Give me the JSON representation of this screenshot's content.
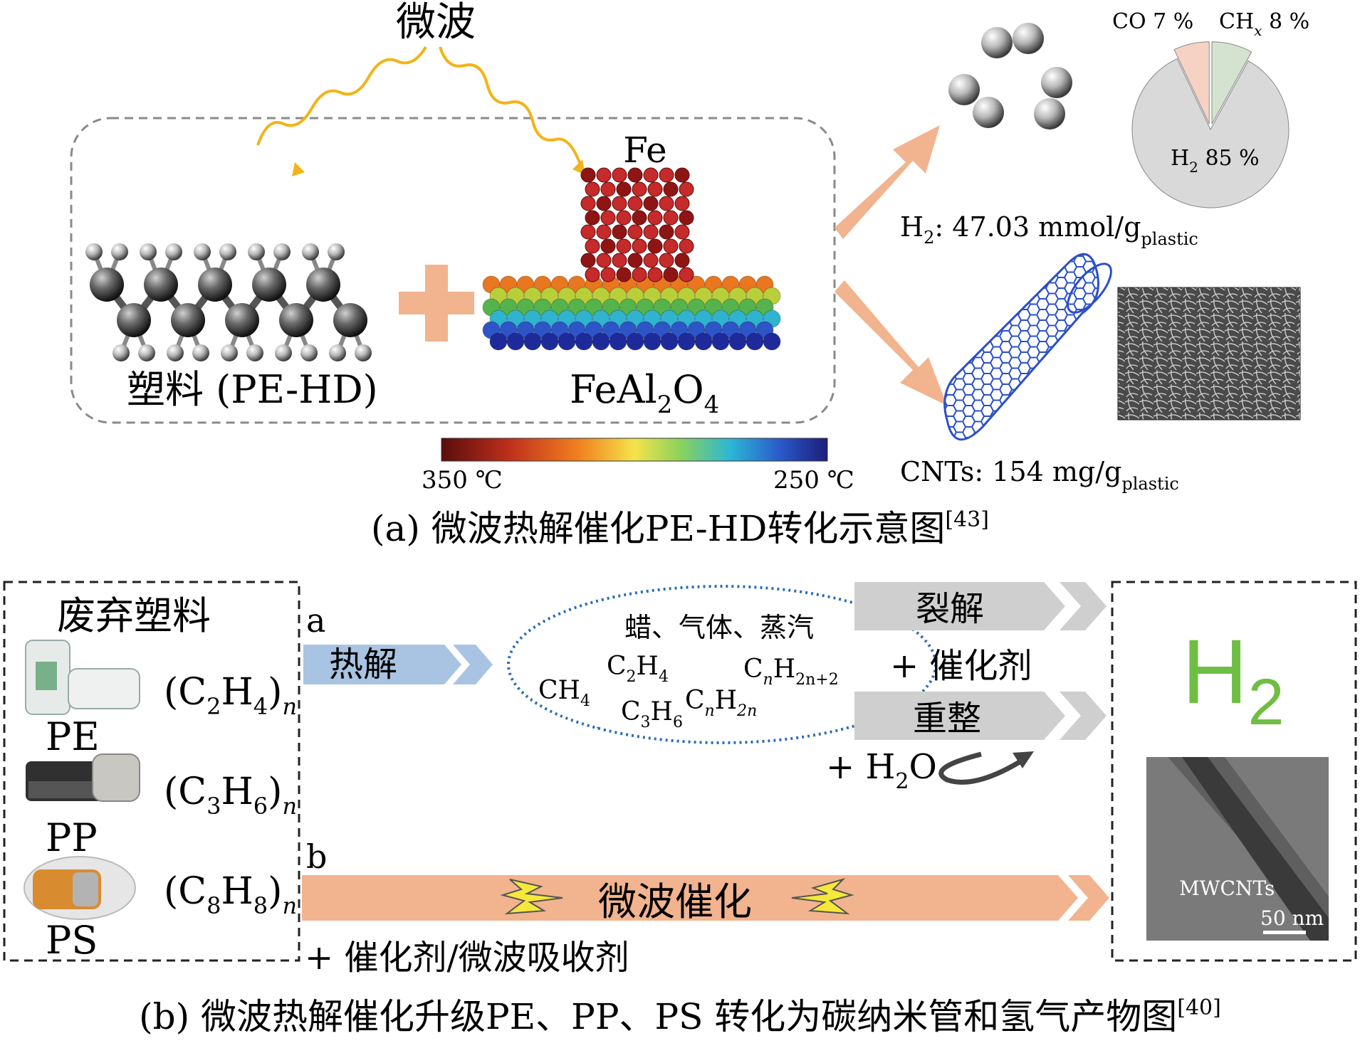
{
  "panel_a": {
    "microwave_label": "微波",
    "fe_label": "Fe",
    "plastic_label": "塑料 (PE-HD)",
    "catalyst_main": "FeAl",
    "catalyst_sub1": "2",
    "catalyst_o": "O",
    "catalyst_sub2": "4",
    "scale_min": "350 ℃",
    "scale_max": "250 ℃",
    "pie": {
      "slices": [
        {
          "label": "H",
          "sub": "2",
          "pct": " 85 %",
          "value": 85,
          "color": "#d9d9d9"
        },
        {
          "label": "CO 7 %",
          "sub": "",
          "pct": "",
          "value": 7,
          "color": "#f6d2c4"
        },
        {
          "label": "CH",
          "sub": "x",
          "pct": " 8 %",
          "value": 8,
          "color": "#d3e3cf"
        }
      ]
    },
    "h2_yield_prefix": "H",
    "h2_yield_sub": "2",
    "h2_yield_text": ": 47.03 mmol/g",
    "h2_yield_unit_sub": "plastic",
    "cnt_yield_text": "CNTs: 154 mg/g",
    "cnt_yield_unit_sub": "plastic",
    "caption": "(a) 微波热解催化PE-HD转化示意图",
    "caption_ref": "[43]"
  },
  "panel_b": {
    "waste_title": "废弃塑料",
    "plastics": [
      {
        "name": "PE",
        "f1": "(C",
        "s1": "2",
        "f2": "H",
        "s2": "4",
        "f3": ")",
        "n": "n"
      },
      {
        "name": "PP",
        "f1": "(C",
        "s1": "3",
        "f2": "H",
        "s2": "6",
        "f3": ")",
        "n": "n"
      },
      {
        "name": "PS",
        "f1": "(C",
        "s1": "8",
        "f2": "H",
        "s2": "8",
        "f3": ")",
        "n": "n"
      }
    ],
    "route_a": "a",
    "route_b": "b",
    "pyrolysis": "热解",
    "products_title": "蜡、气体、蒸汽",
    "species": {
      "ch4": [
        "CH",
        "4"
      ],
      "c2h4": [
        "C",
        "2",
        "H",
        "4"
      ],
      "c3h6": [
        "C",
        "3",
        "H",
        "6"
      ],
      "cnh2n": [
        "C",
        "n",
        "H",
        "2n"
      ],
      "cnh2n2": [
        "C",
        "n",
        "H",
        "2n+2"
      ]
    },
    "cracking": "裂解",
    "plus_catalyst": "+  催化剂",
    "reforming": "重整",
    "plus_h2o_a": "+ H",
    "plus_h2o_sub": "2",
    "plus_h2o_b": "O",
    "microwave_catalysis": "微波催化",
    "plus_absorber": "+  催化剂/微波吸收剂",
    "h2_big": "H",
    "h2_big_sub": "2",
    "mwcnts": "MWCNTs",
    "scalebar": "50 nm",
    "caption": "(b) 微波热解催化升级PE、PP、PS 转化为碳纳米管和氢气产物图",
    "caption_ref": "[40]"
  }
}
